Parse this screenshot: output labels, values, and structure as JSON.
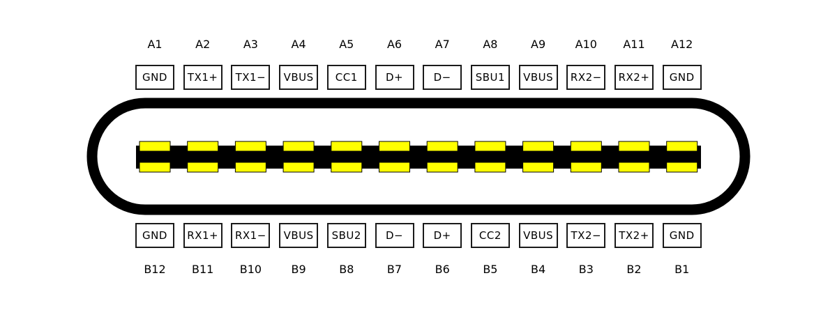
{
  "diagram": {
    "colors": {
      "outline": "#000000",
      "contact": "#ffff00",
      "background": "#ffffff"
    },
    "top_row": {
      "pin_numbers": [
        "A1",
        "A2",
        "A3",
        "A4",
        "A5",
        "A6",
        "A7",
        "A8",
        "A9",
        "A10",
        "A11",
        "A12"
      ],
      "signals": [
        "GND",
        "TX1+",
        "TX1−",
        "VBUS",
        "CC1",
        "D+",
        "D−",
        "SBU1",
        "VBUS",
        "RX2−",
        "RX2+",
        "GND"
      ]
    },
    "bottom_row": {
      "pin_numbers": [
        "B12",
        "B11",
        "B10",
        "B9",
        "B8",
        "B7",
        "B6",
        "B5",
        "B4",
        "B3",
        "B2",
        "B1"
      ],
      "signals": [
        "GND",
        "RX1+",
        "RX1−",
        "VBUS",
        "SBU2",
        "D−",
        "D+",
        "CC2",
        "VBUS",
        "TX2−",
        "TX2+",
        "GND"
      ]
    }
  }
}
